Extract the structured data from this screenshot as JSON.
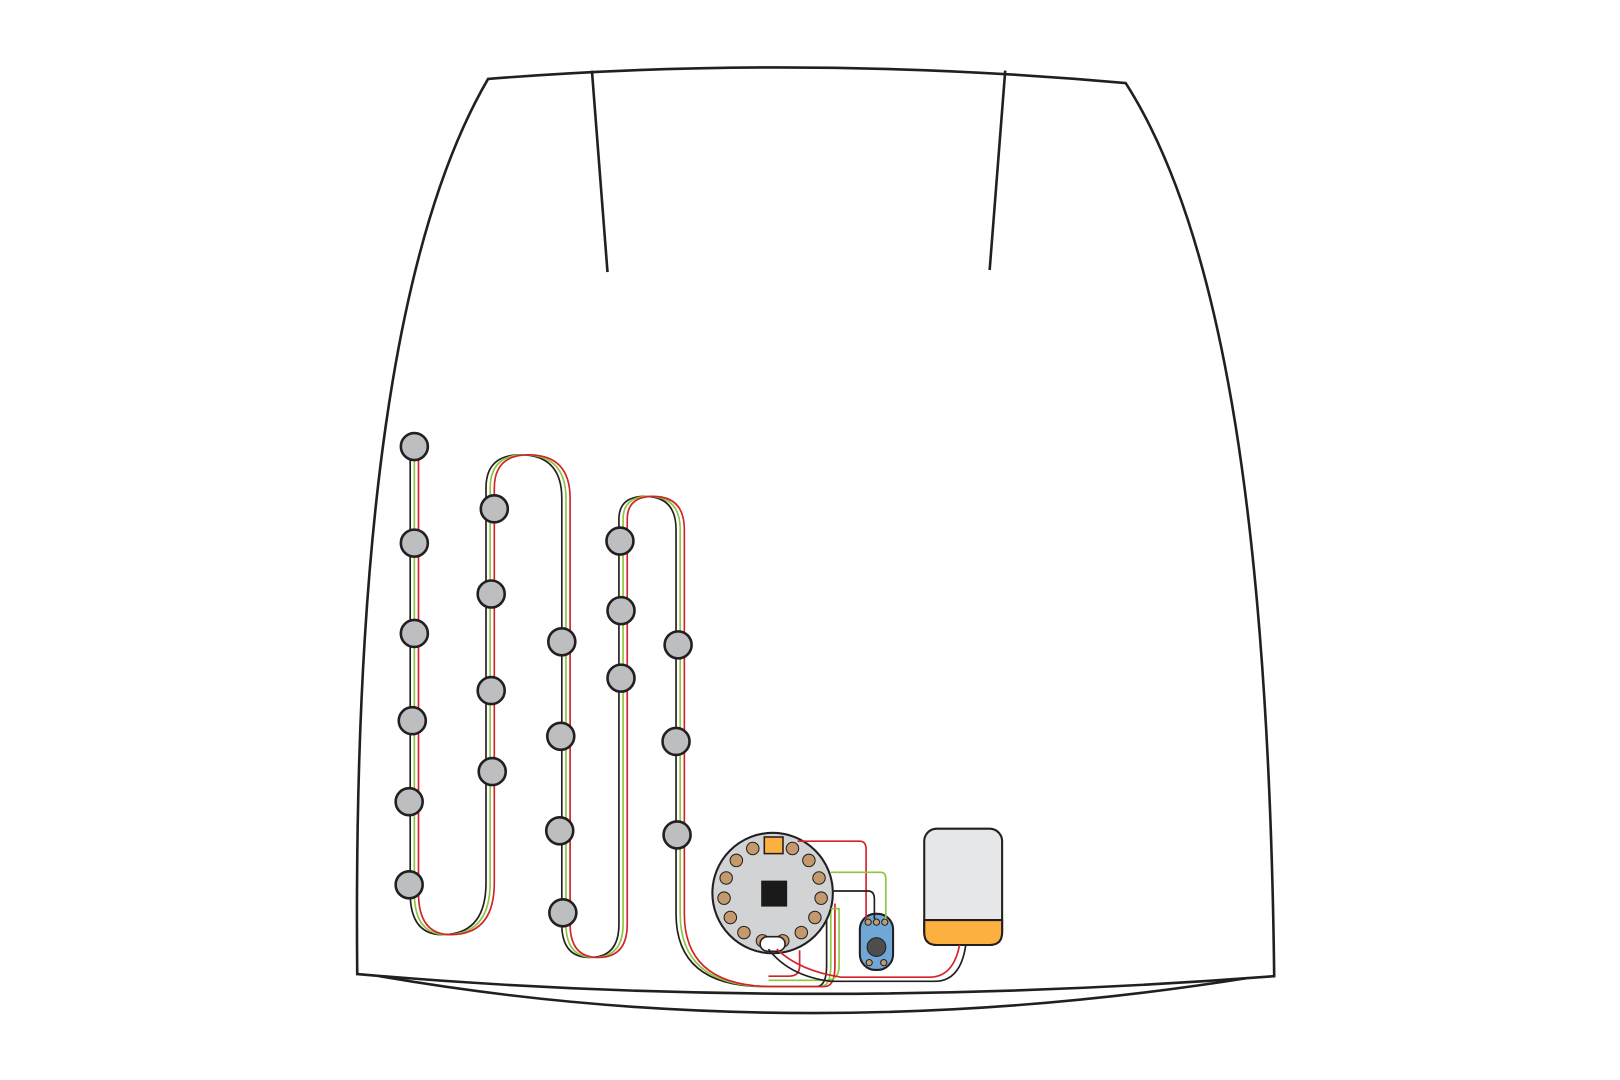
{
  "diagram": {
    "subject": "skirt-led-circuit",
    "colors": {
      "outline": "#231f20",
      "led_fill": "#bcbec0",
      "wire_black": "#231f20",
      "wire_green": "#8dc63f",
      "wire_red": "#d2232a",
      "board_fill": "#d1d3d4",
      "pad_fill": "#c49a6c",
      "accent_orange": "#fbb040",
      "switch_fill": "#6fa8d6",
      "battery_fill": "#e6e7e8"
    },
    "components": {
      "led_count": 20,
      "microcontroller": "circular-sewable-board",
      "switch": "slide-switch",
      "battery": "battery-pack"
    }
  }
}
